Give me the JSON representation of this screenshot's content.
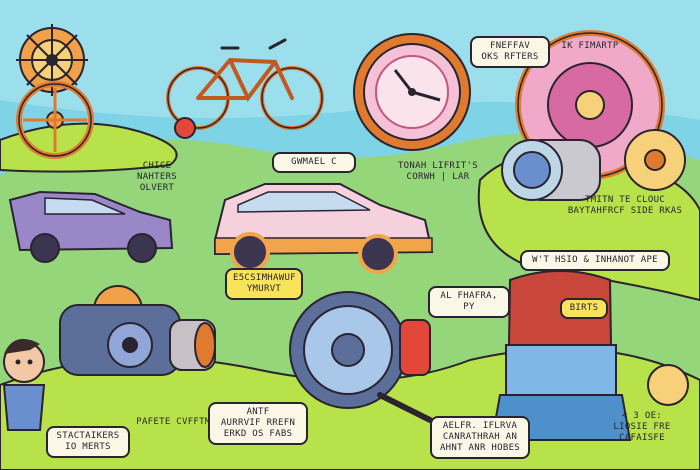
{
  "labels": {
    "top_right_a": "FNEFFAV\nOKS RFTERS",
    "top_right_b": "IK FIMARTP",
    "gears_caption": "CHICE\nNAHTERS OLVERT",
    "bike_caption": "GWMAEL C",
    "clock_caption": "TONAH LIFRIT'S\nCORWH | LAR",
    "barrel_caption": "TMITN TE CLOUC\nBAYTAHFRCF SIDE RKAS",
    "car_caption": "E5CSIMHAWUF\nYMURVT",
    "tower_caption": "W'T HSIO & INHANOT APE",
    "wheel_caption": "AL FHAFRA, PY",
    "tower_sign": "BIRTS",
    "boy_caption": "STACTAIKERS\nIO MERTS",
    "engine_caption": "PAFETE CVFFTMATT",
    "engine_caption_b": "ANTF\nAURRVIF RREFN\nERKD OS FABS",
    "bottom_center": "AELFR. IFLRVA\nCANRATHRAH AN\nAHNT ANR HOBES",
    "bottom_right": "< 3 OE:\nLIOSIE FRE CAFAISFE"
  },
  "colors": {
    "sky": "#7fd3e6",
    "grass": "#b7e24a",
    "grass_dark": "#8cc83a",
    "ground": "#95d67a",
    "outline": "#2a2330",
    "orange": "#e07a2e",
    "pink": "#f1a9c9",
    "blue": "#6a8fcf",
    "purple": "#9a87c8"
  },
  "icons": [
    "gear-icon",
    "bicycle-icon",
    "clock-icon",
    "car-icon",
    "wheel-icon",
    "engine-icon",
    "tower-icon",
    "person-icon"
  ]
}
